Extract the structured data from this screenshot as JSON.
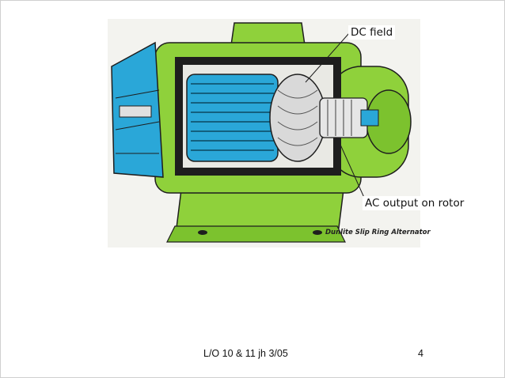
{
  "figure": {
    "callouts": {
      "dc_field": "DC field",
      "ac_output": "AC output on rotor"
    },
    "caption": "Dunlite Slip Ring Alternator",
    "colors": {
      "housing_green": "#8fd13b",
      "rotor_blue": "#2aa7d8",
      "winding_gray": "#d9d9d9",
      "dark": "#1e1e1e",
      "backdrop": "#f3f3ef"
    }
  },
  "footer": {
    "left": "L/O 10 & 11 jh 3/05",
    "right": "4"
  }
}
